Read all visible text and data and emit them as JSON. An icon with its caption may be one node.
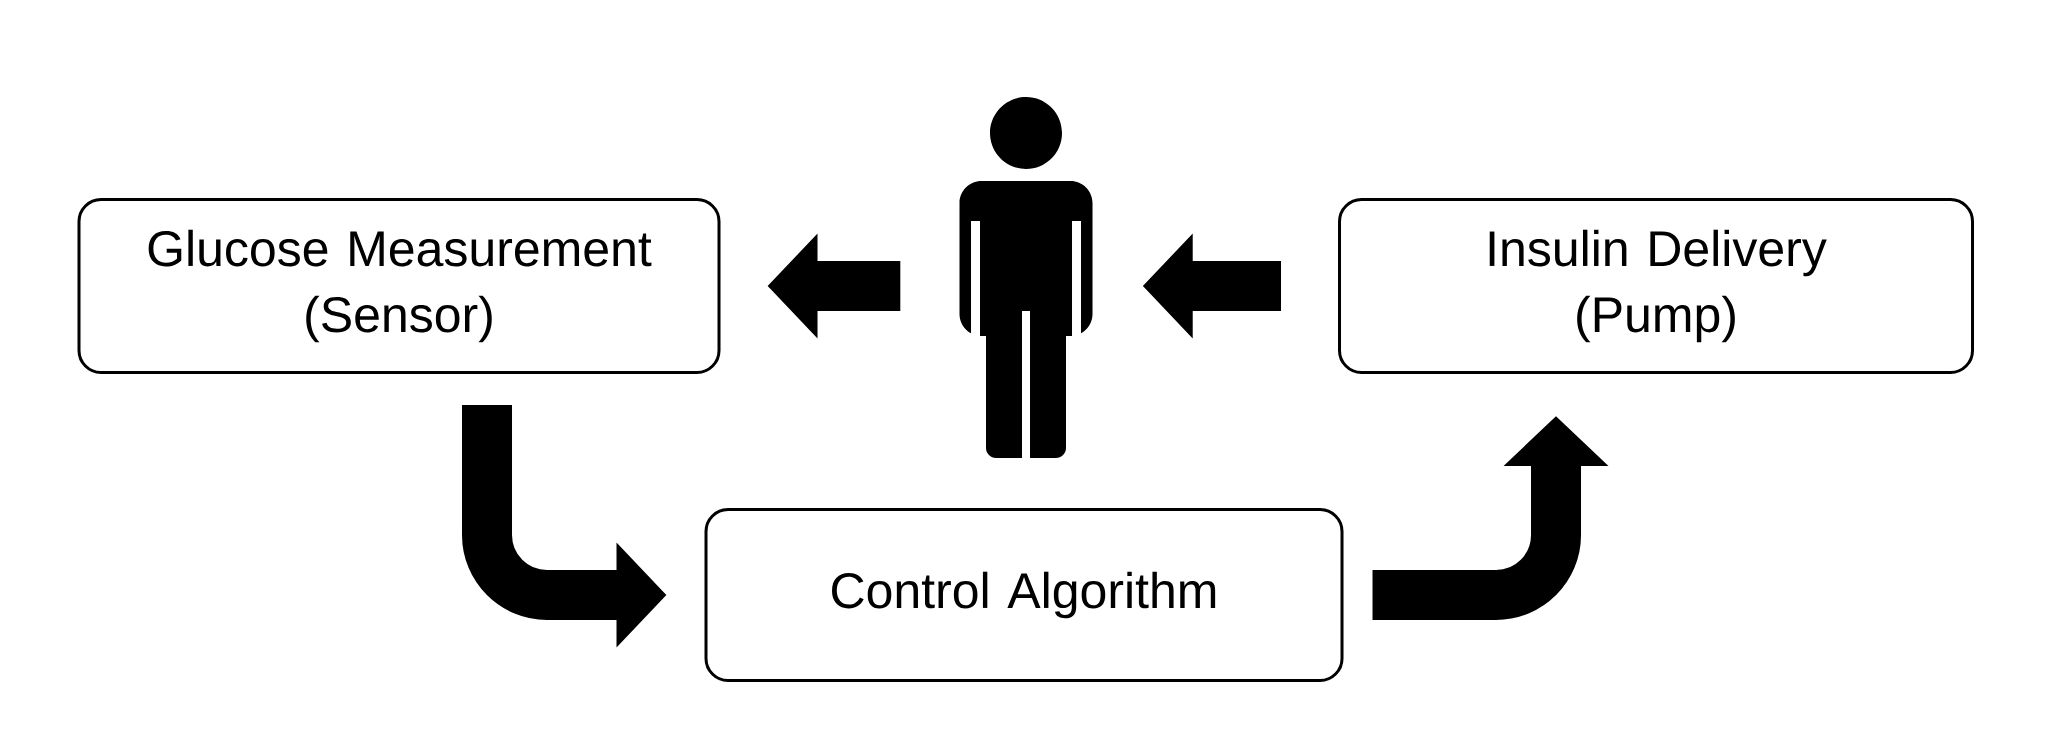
{
  "diagram": {
    "nodes": [
      {
        "text": [
          "Glucose Measurement (Sensor)"
        ]
      },
      {
        "text": [],
        "shape": "person"
      },
      {
        "text": [
          "Insulin Delivery (Pump)"
        ]
      },
      {
        "text": [
          "Control Algorithm"
        ]
      }
    ],
    "edges": [
      {
        "from": 1,
        "to": 0,
        "arrow": "to"
      },
      {
        "from": 2,
        "to": 1,
        "arrow": "to"
      },
      {
        "from": 0,
        "to": 3,
        "arrow": "to"
      },
      {
        "from": 3,
        "to": 2,
        "arrow": "to"
      }
    ]
  }
}
